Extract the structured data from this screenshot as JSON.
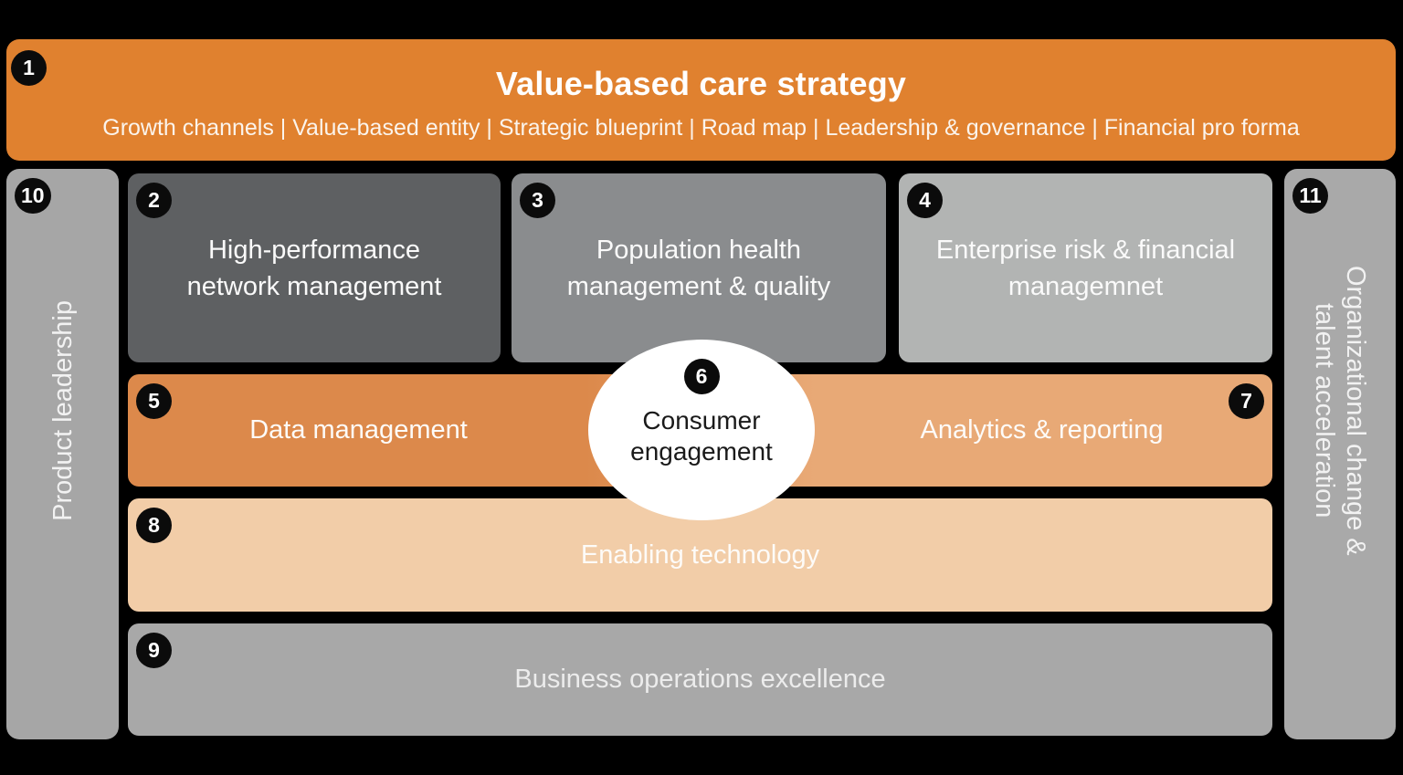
{
  "colors": {
    "background": "#000000",
    "banner_orange": "#e0812f",
    "box_dark_gray": "#5e6062",
    "box_mid_gray": "#8a8c8e",
    "box_light_gray": "#b2b4b3",
    "row_orange_left": "#dc894b",
    "row_orange_right": "#e8a976",
    "row_peach": "#f2cda8",
    "row_gray": "#a8a8a8",
    "sidebar_gray": "#a6a6a6",
    "badge_black": "#0b0b0b",
    "ellipse_white": "#ffffff"
  },
  "banner": {
    "number": "1",
    "title": "Value-based care strategy",
    "subtitle": "Growth channels  |  Value-based entity  |  Strategic blueprint  |  Road map  |  Leadership & governance  |  Financial pro forma",
    "subtitle_items": [
      "Growth channels",
      "Value-based entity",
      "Strategic blueprint",
      "Road map",
      "Leadership & governance",
      "Financial pro forma"
    ]
  },
  "boxes": [
    {
      "number": "2",
      "label": "High-performance network management"
    },
    {
      "number": "3",
      "label": "Population health management & quality"
    },
    {
      "number": "4",
      "label": "Enterprise risk & financial managemnet"
    }
  ],
  "middle_row": {
    "data_management": {
      "number": "5",
      "label": "Data management"
    },
    "consumer_engagement": {
      "number": "6",
      "lines": [
        "Consumer",
        "engagement"
      ]
    },
    "analytics_reporting": {
      "number": "7",
      "label": "Analytics & reporting"
    }
  },
  "enabling_technology": {
    "number": "8",
    "label": "Enabling technology"
  },
  "business_operations": {
    "number": "9",
    "label": "Business operations excellence"
  },
  "left_sidebar": {
    "number": "10",
    "label": "Product leadership"
  },
  "right_sidebar": {
    "number": "11",
    "lines": [
      "Organizational change &",
      "talent acceleration"
    ]
  }
}
